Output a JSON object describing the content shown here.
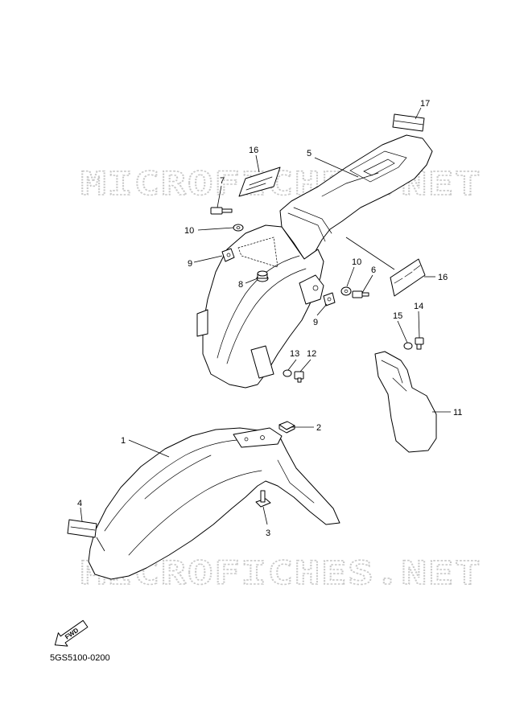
{
  "watermark": {
    "text": "MICROFICHES.NET"
  },
  "callouts": {
    "c1": "1",
    "c2": "2",
    "c3": "3",
    "c4": "4",
    "c5": "5",
    "c6": "6",
    "c7": "7",
    "c8": "8",
    "c9a": "9",
    "c9b": "9",
    "c10a": "10",
    "c10b": "10",
    "c11": "11",
    "c12": "12",
    "c13": "13",
    "c14": "14",
    "c15": "15",
    "c16a": "16",
    "c16b": "16",
    "c17": "17"
  },
  "fwd_symbol": {
    "text": "FWD"
  },
  "diagram_code": "5GS5100-0200"
}
